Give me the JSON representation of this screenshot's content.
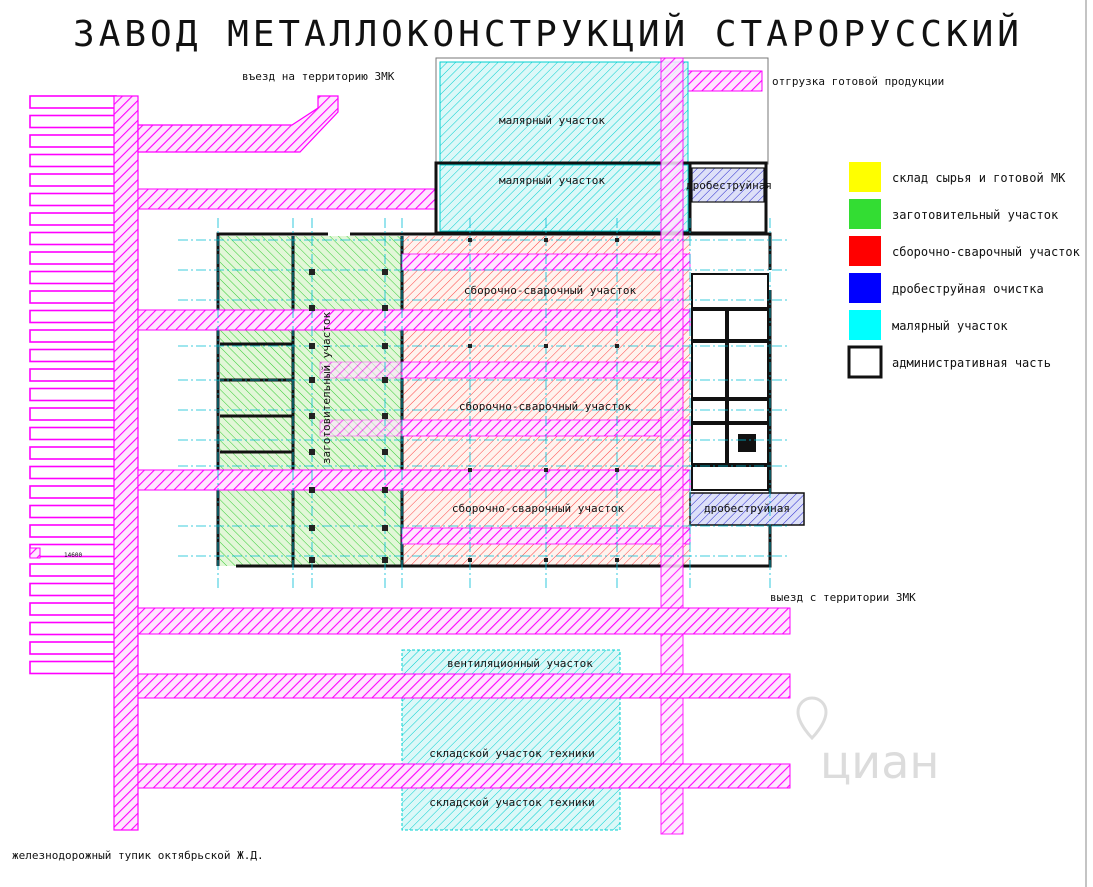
{
  "title": "ЗАВОД МЕТАЛЛОКОНСТРУКЦИЙ СТАРОРУССКИЙ",
  "labels": {
    "entry": "въезд на территорию ЗМК",
    "shipping": "отгрузка готовой продукции",
    "paint_top": "малярный участок",
    "paint_mid": "малярный участок",
    "blast_top": "дробеструйная",
    "blast_bottom": "дробеструйная",
    "prep": "заготовительный участок",
    "weld_1": "сборочно-сварочный участок",
    "weld_2": "сборочно-сварочный участок",
    "weld_3": "сборочно-сварочный участок",
    "exit": "выезд с территории ЗМК",
    "vent": "вентиляционный участок",
    "storage_1": "складской участок техники",
    "storage_2": "складской участок техники",
    "railway": "железнодорожный тупик октябрьской Ж.Д.",
    "dimension": "14600",
    "watermark": "циан"
  },
  "legend": [
    {
      "label": "склад сырья и готовой МК",
      "color": "#ffff00"
    },
    {
      "label": "заготовительный участок",
      "color": "#33dd33"
    },
    {
      "label": "сборочно-сварочный участок",
      "color": "#ff0000"
    },
    {
      "label": "дробеструйная очистка",
      "color": "#0000ff"
    },
    {
      "label": "малярный участок",
      "color": "#00ffff"
    },
    {
      "label": "административная часть",
      "color": "#ffffff"
    }
  ],
  "colors": {
    "rail": "#ff00ff",
    "prep": "#33cc33",
    "weld": "#ff3030",
    "paint": "#00e0e0",
    "blast": "#2222cc",
    "axis": "#00bcd4"
  }
}
